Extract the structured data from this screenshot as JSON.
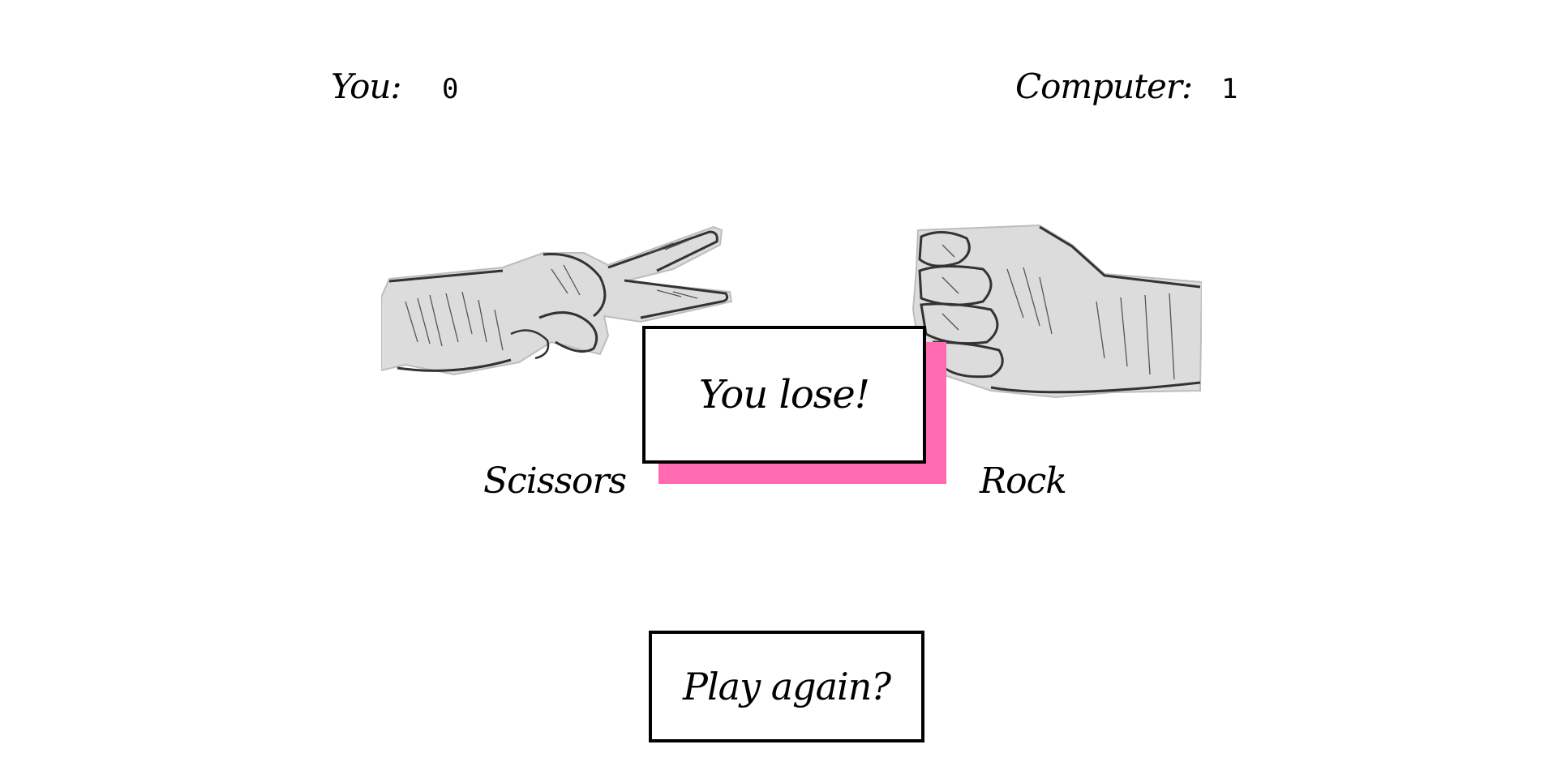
{
  "scoreboard": {
    "player_label": "You:",
    "player_score": "0",
    "computer_label": "Computer:",
    "computer_score": "1"
  },
  "round": {
    "player_choice": "Scissors",
    "computer_choice": "Rock",
    "player_hand_icon": "scissors-hand-icon",
    "computer_hand_icon": "rock-fist-icon"
  },
  "result": {
    "message": "You lose!",
    "shadow_color": "#ff6ab0"
  },
  "actions": {
    "play_again_label": "Play again?"
  }
}
